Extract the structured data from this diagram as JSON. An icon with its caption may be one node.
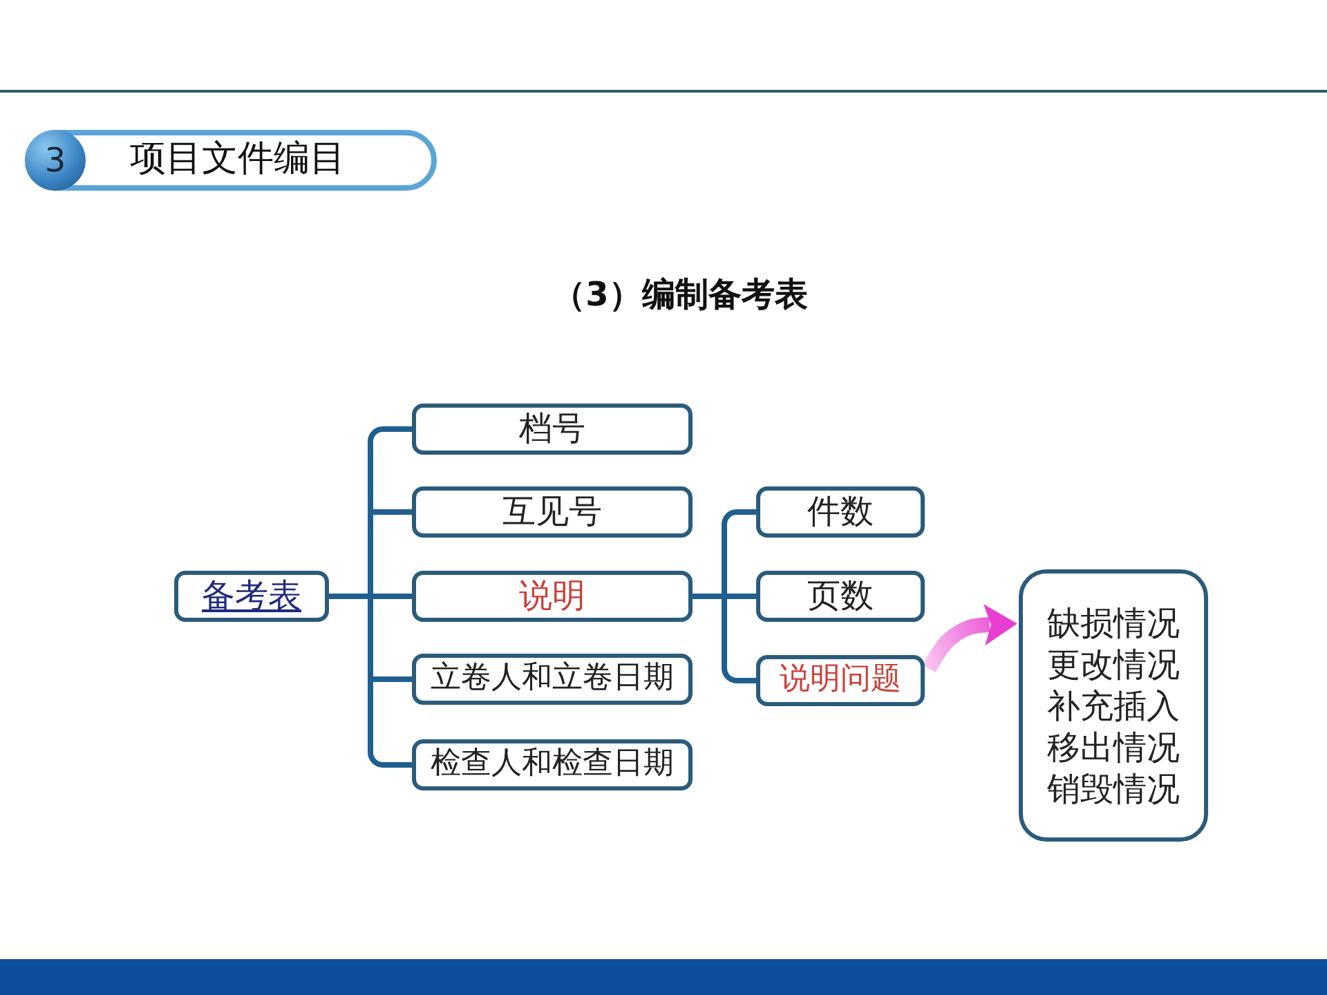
{
  "diagram": {
    "title": "（3）编制备考表",
    "nodes": [
      {
        "text": [
          "3",
          "项目文件编目"
        ]
      },
      {
        "text": [
          "备考表"
        ]
      },
      {
        "text": [
          "档号"
        ]
      },
      {
        "text": [
          "互见号"
        ]
      },
      {
        "text": [
          "说明"
        ]
      },
      {
        "text": [
          "立卷人和立卷日期"
        ]
      },
      {
        "text": [
          "检查人和检查日期"
        ]
      },
      {
        "text": [
          "件数"
        ]
      },
      {
        "text": [
          "页数"
        ]
      },
      {
        "text": [
          "说明问题"
        ]
      },
      {
        "text": [
          "缺损情况",
          "更改情况",
          "补充插入",
          "移出情况",
          "销毁情况"
        ]
      }
    ],
    "edges": [
      {
        "from": 1,
        "to": 2,
        "arrow": "none"
      },
      {
        "from": 1,
        "to": 3,
        "arrow": "none"
      },
      {
        "from": 1,
        "to": 4,
        "arrow": "none"
      },
      {
        "from": 1,
        "to": 5,
        "arrow": "none"
      },
      {
        "from": 1,
        "to": 6,
        "arrow": "none"
      },
      {
        "from": 4,
        "to": 7,
        "arrow": "none"
      },
      {
        "from": 4,
        "to": 8,
        "arrow": "none"
      },
      {
        "from": 4,
        "to": 9,
        "arrow": "none"
      },
      {
        "from": 9,
        "to": 10,
        "arrow": "to",
        "style": "thick",
        "color": "#e83fd0"
      }
    ]
  }
}
